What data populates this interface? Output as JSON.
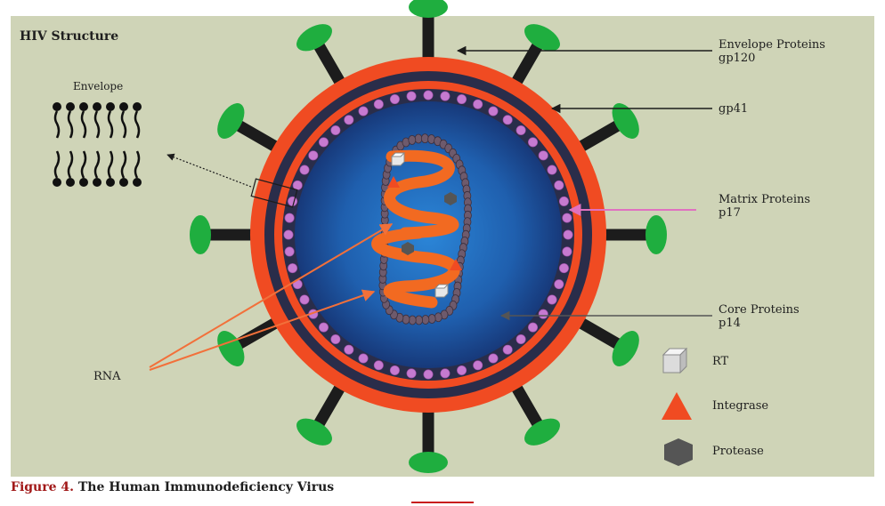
{
  "title": "HIV Structure",
  "envelope_label": "Envelope",
  "labels": {
    "env_proteins_1": "Envelope Proteins",
    "env_proteins_2": "gp120",
    "gp41": "gp41",
    "matrix_1": "Matrix Proteins",
    "matrix_2": "p17",
    "core_1": "Core Proteins",
    "core_2": "p14",
    "rna": "RNA"
  },
  "legend": [
    {
      "icon": "cube-icon",
      "label": "RT"
    },
    {
      "icon": "triangle-icon",
      "label": "Integrase"
    },
    {
      "icon": "hexagon-icon",
      "label": "Protease"
    }
  ],
  "caption": {
    "prefix": "Figure 4.",
    "text": " The Human Immunodeficiency Virus"
  },
  "colors": {
    "background": "#cfd4b7",
    "outer_lipid": "#f04b22",
    "dark_band": "#2a2d4a",
    "matrix_dots": "#c67ad0",
    "core": "#1d6fc0",
    "rna": "#f26a21",
    "spike": "#1c1c1c",
    "gp120": "#1fae3f",
    "matrix_arrow": "#e071c0",
    "rna_pointer": "#f2703a"
  }
}
